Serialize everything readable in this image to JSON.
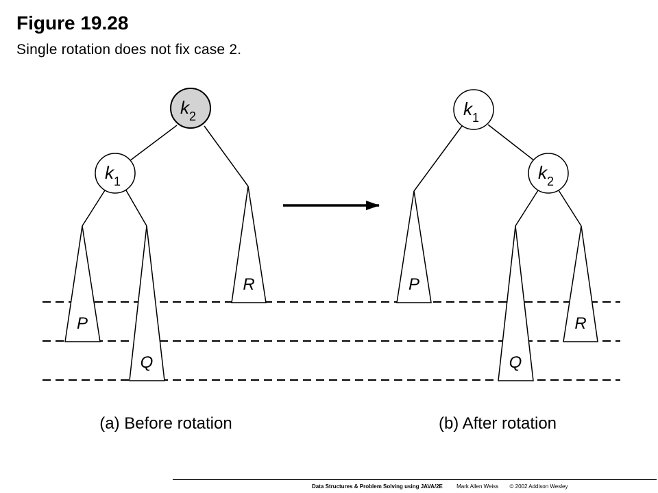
{
  "header": {
    "title": "Figure 19.28",
    "caption": "Single rotation does not fix case 2."
  },
  "before": {
    "caption": "(a) Before rotation",
    "root": {
      "label": "k",
      "sub": "2",
      "highlighted": true
    },
    "child": {
      "label": "k",
      "sub": "1"
    },
    "subtrees": {
      "p": "P",
      "q": "Q",
      "r": "R"
    }
  },
  "after": {
    "caption": "(b) After rotation",
    "root": {
      "label": "k",
      "sub": "1"
    },
    "child": {
      "label": "k",
      "sub": "2"
    },
    "subtrees": {
      "p": "P",
      "q": "Q",
      "r": "R"
    }
  },
  "colors": {
    "highlight_fill": "#d3d3d3",
    "stroke": "#000000"
  },
  "footer": {
    "book": "Data Structures & Problem Solving using JAVA/2E",
    "author": "Mark Allen Weiss",
    "copyright": "© 2002  Addison Wesley"
  }
}
